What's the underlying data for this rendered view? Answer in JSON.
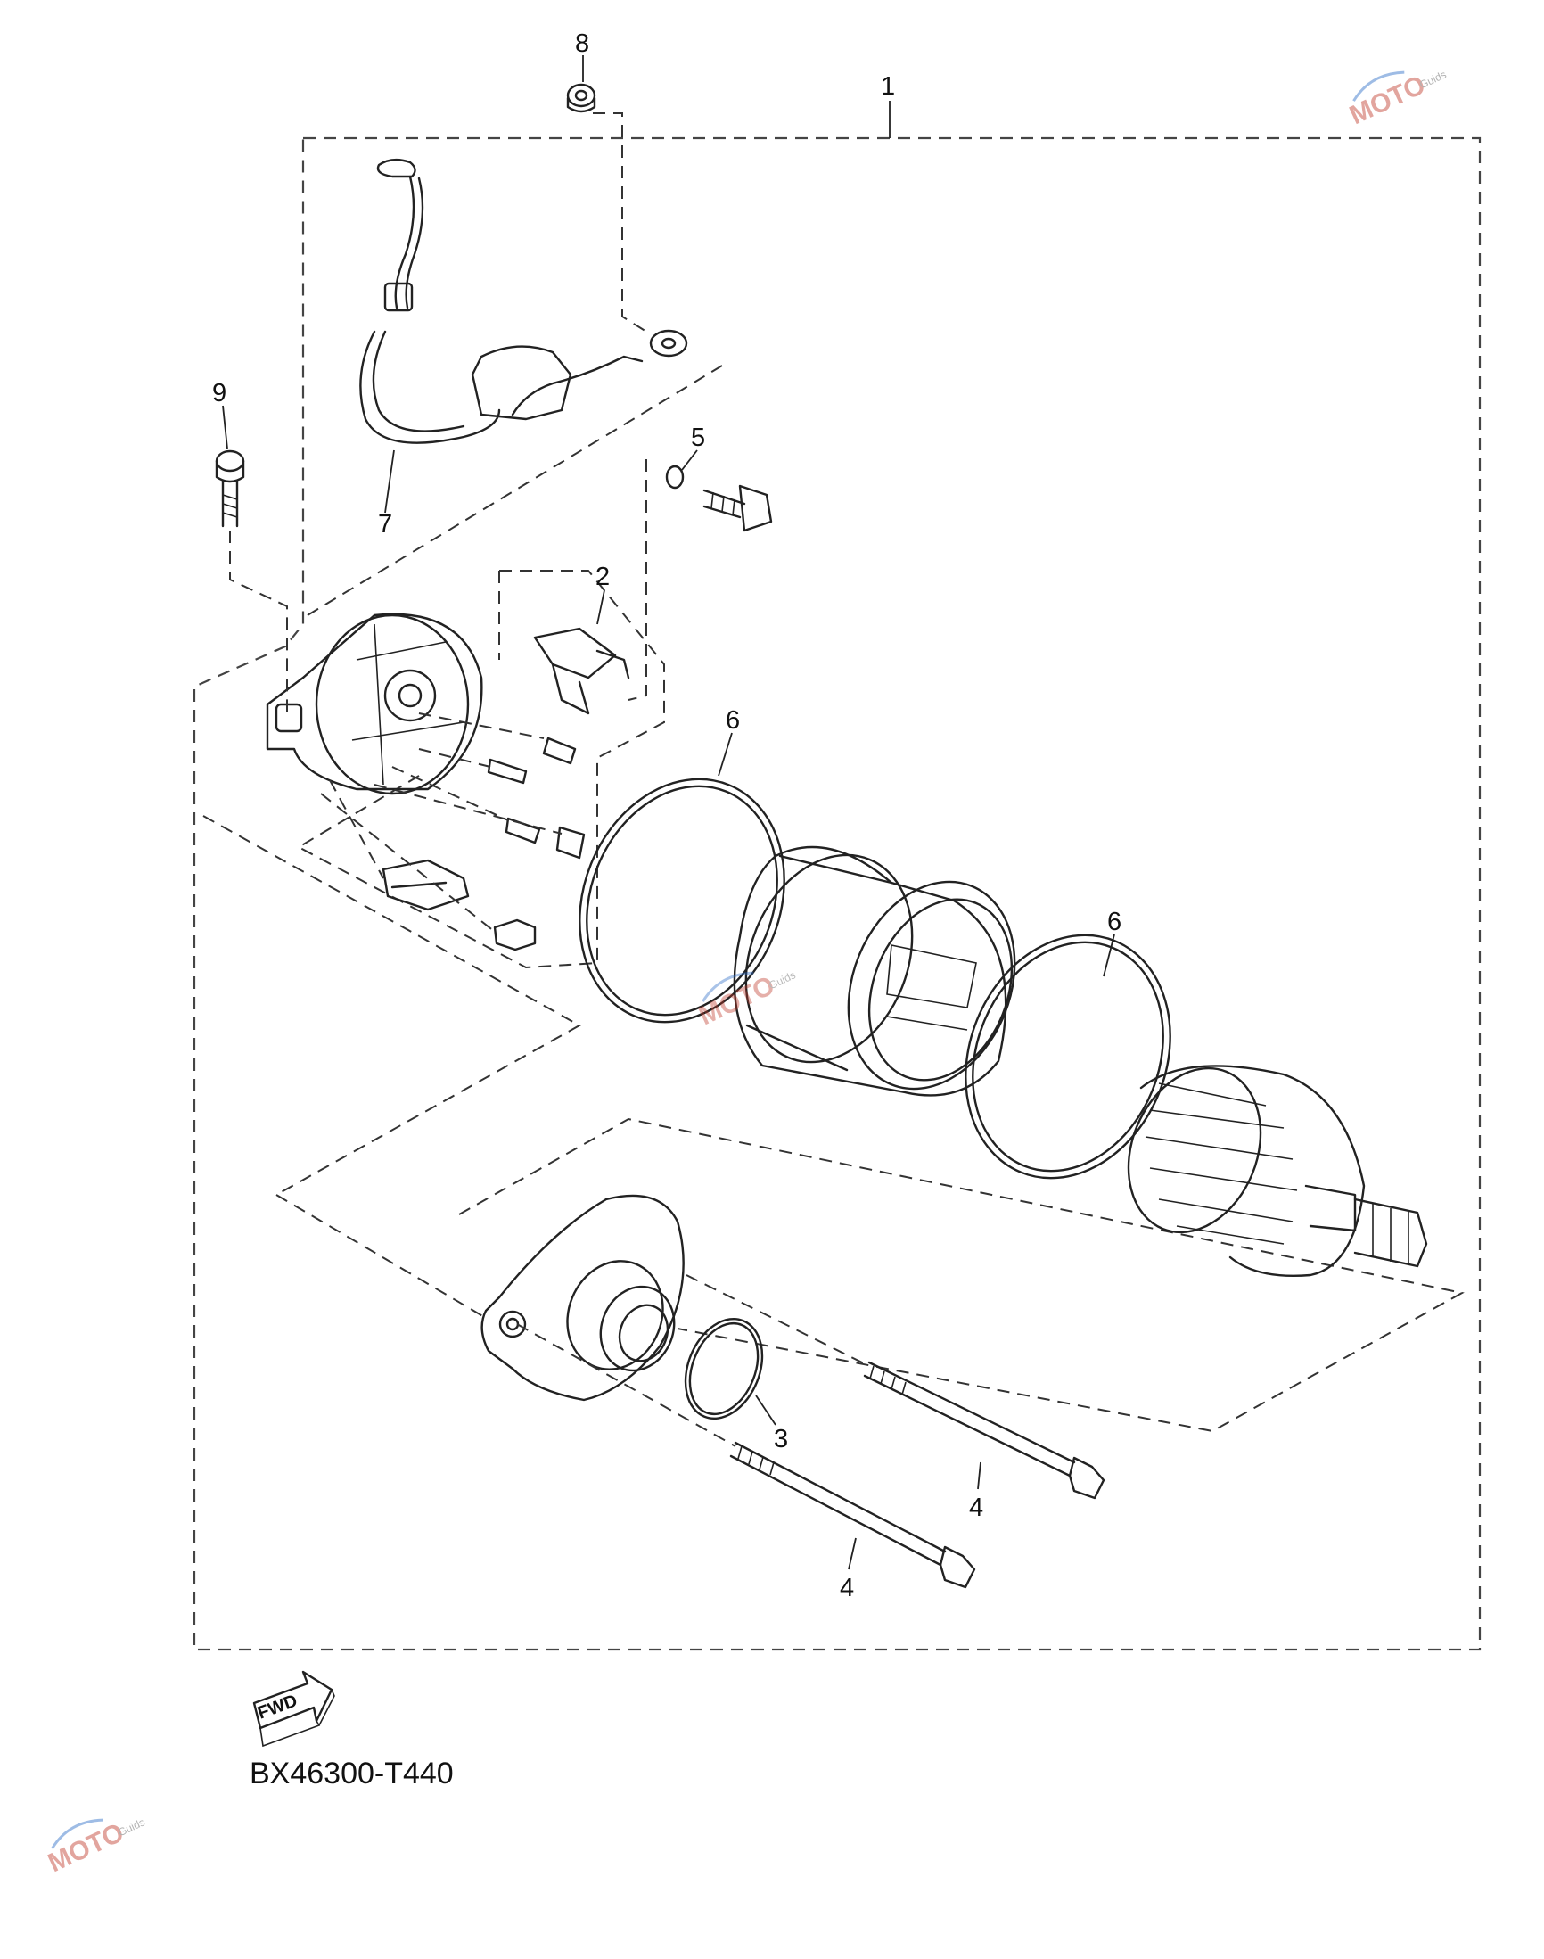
{
  "diagram": {
    "figure_code": "BX46300-T440",
    "direction_badge": "FWD",
    "callouts": [
      {
        "id": "c1",
        "label": "1"
      },
      {
        "id": "c2",
        "label": "2"
      },
      {
        "id": "c3",
        "label": "3"
      },
      {
        "id": "c4a",
        "label": "4"
      },
      {
        "id": "c4b",
        "label": "4"
      },
      {
        "id": "c5",
        "label": "5"
      },
      {
        "id": "c6a",
        "label": "6"
      },
      {
        "id": "c6b",
        "label": "6"
      },
      {
        "id": "c7",
        "label": "7"
      },
      {
        "id": "c8",
        "label": "8"
      },
      {
        "id": "c9",
        "label": "9"
      }
    ],
    "watermark": {
      "text": "MOTO",
      "subtext": "Guids"
    }
  }
}
